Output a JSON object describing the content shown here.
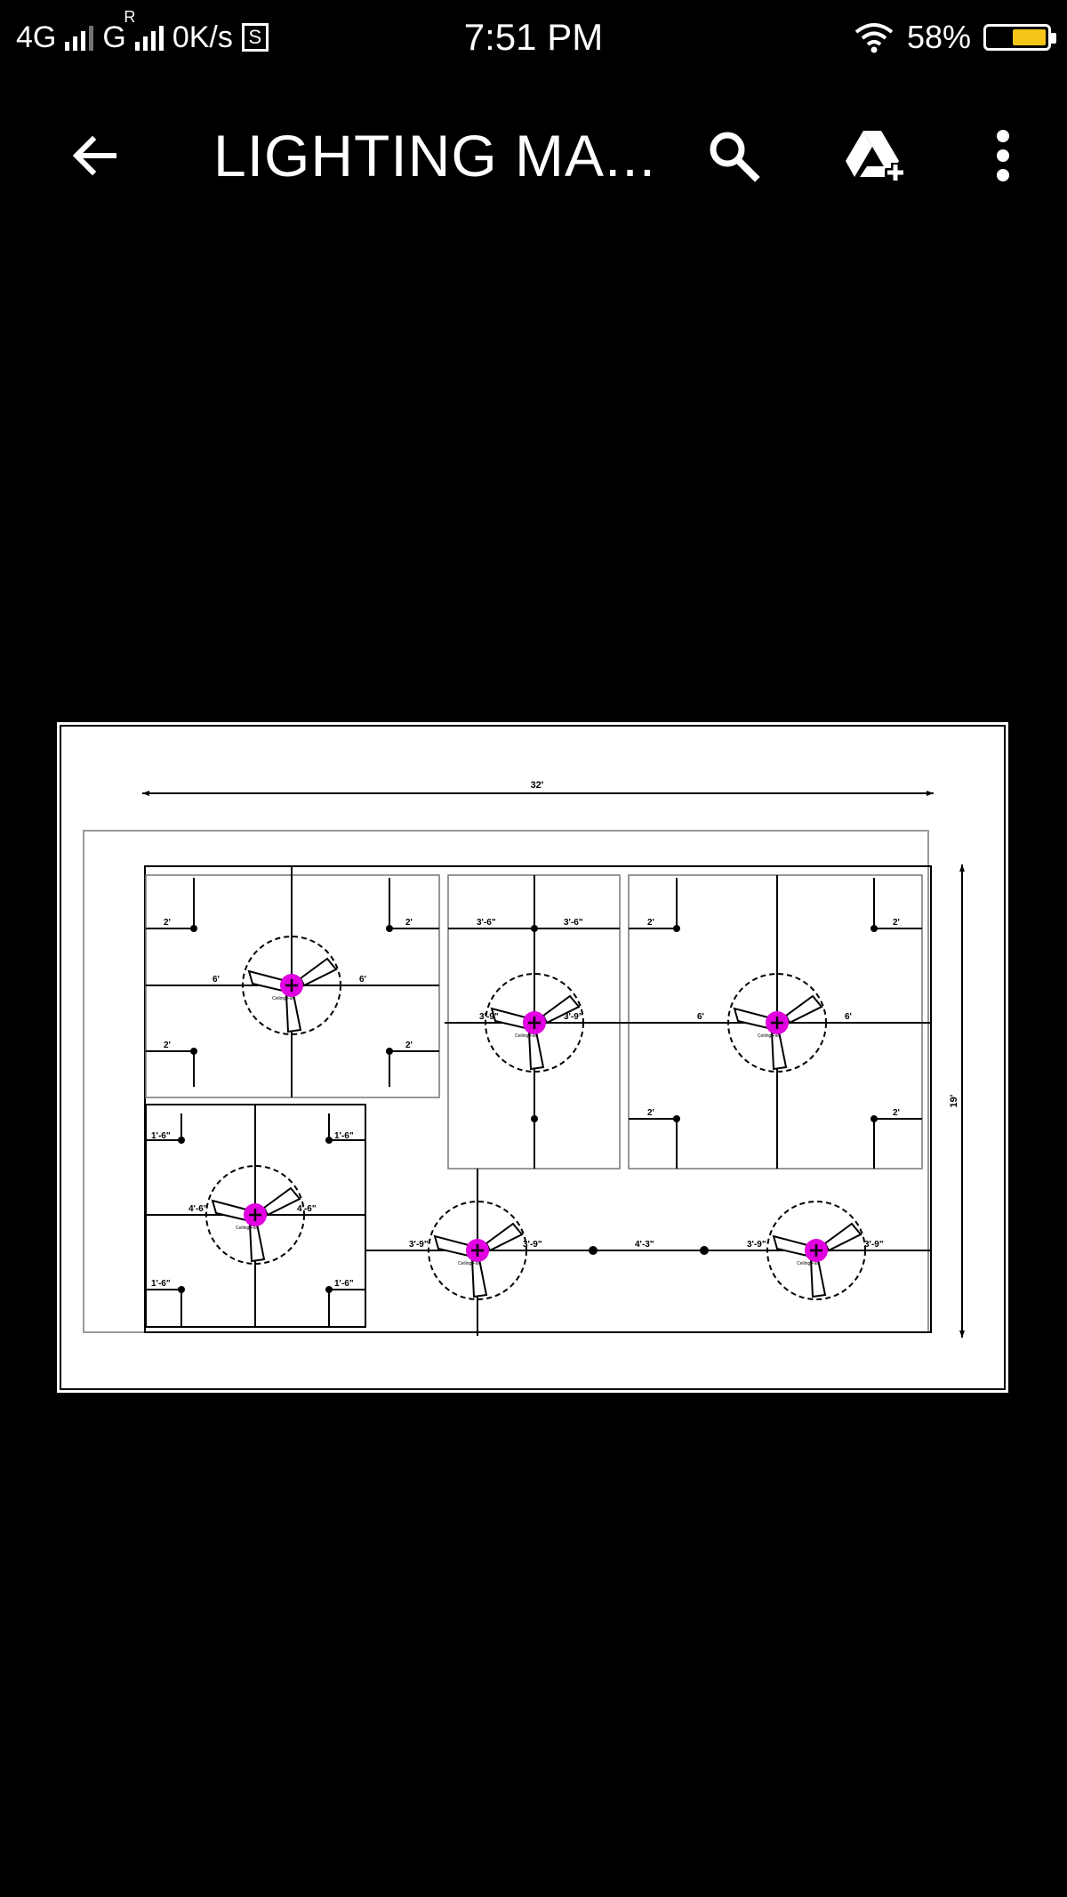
{
  "status_bar": {
    "network_1": "4G",
    "network_2": "G",
    "roaming": "R",
    "speed": "0K/s",
    "sim_icon_letter": "S",
    "time": "7:51 PM",
    "battery": "58%",
    "battery_level": 0.58,
    "battery_color": "#f5c518"
  },
  "toolbar": {
    "back_icon": "arrow-left-icon",
    "title": "LIGHTING MA...",
    "search_icon": "search-icon",
    "drive_icon": "drive-add-icon",
    "menu_icon": "more-vert-icon"
  },
  "drawing": {
    "overall_width": "32'",
    "overall_height": "19'",
    "fan_label": "Ceiling Fan",
    "accent_color": "#e000e0",
    "dims": {
      "two": "2'",
      "six": "6'",
      "four_six": "4'-6\"",
      "three_six": "3'-6\"",
      "three_nine": "3'-9\"",
      "one_six": "1'-6\"",
      "four_three": "4'-3\""
    }
  }
}
